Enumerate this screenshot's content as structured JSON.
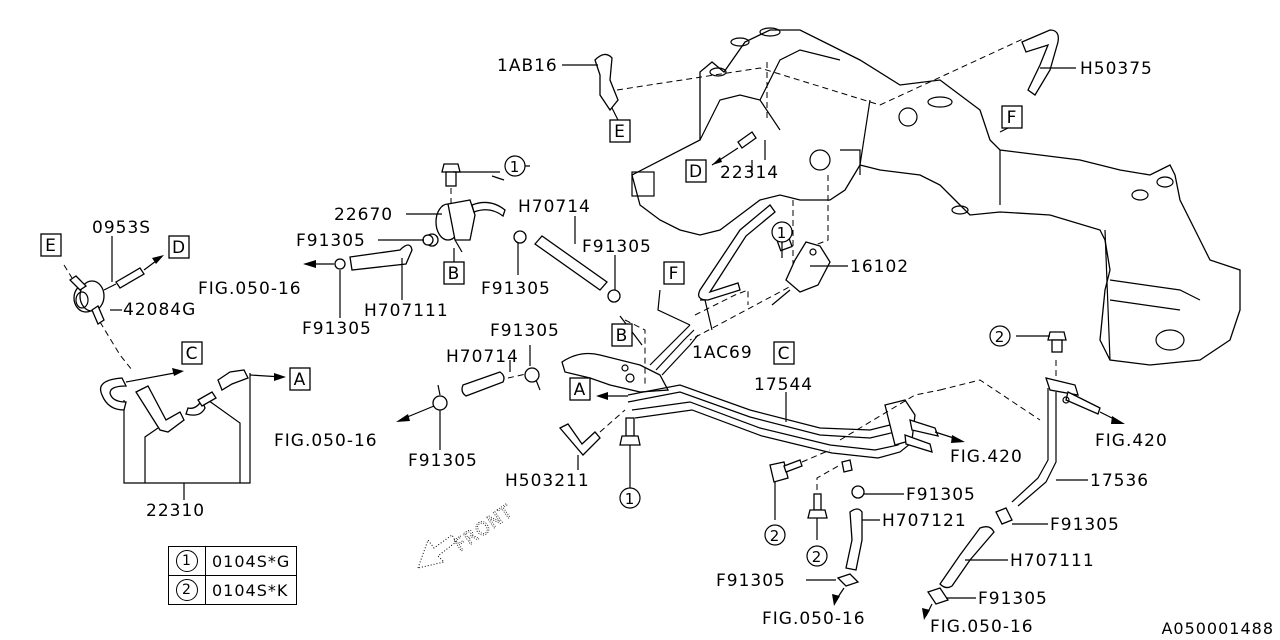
{
  "diagram": {
    "title": "Fuel vapor / emission control hose routing",
    "reference_code": "A050001488",
    "front_indicator": "FRONT",
    "part_labels": [
      {
        "id": "p_1ab16",
        "text": "1AB16"
      },
      {
        "id": "p_h50375",
        "text": "H50375"
      },
      {
        "id": "p_22314",
        "text": "22314"
      },
      {
        "id": "p_22670",
        "text": "22670"
      },
      {
        "id": "p_h70714_top",
        "text": "H70714"
      },
      {
        "id": "p_0953s",
        "text": "0953S"
      },
      {
        "id": "p_42084g",
        "text": "42084G"
      },
      {
        "id": "p_f91305_a",
        "text": "F91305"
      },
      {
        "id": "p_f91305_b",
        "text": "F91305"
      },
      {
        "id": "p_f91305_c",
        "text": "F91305"
      },
      {
        "id": "p_f91305_d",
        "text": "F91305"
      },
      {
        "id": "p_h707111_top",
        "text": "H707111"
      },
      {
        "id": "p_fig050_16_a",
        "text": "FIG.050-16"
      },
      {
        "id": "p_16102",
        "text": "16102"
      },
      {
        "id": "p_1ac69",
        "text": "1AC69"
      },
      {
        "id": "p_f91305_e",
        "text": "F91305"
      },
      {
        "id": "p_h70714_mid",
        "text": "H70714"
      },
      {
        "id": "p_17544",
        "text": "17544"
      },
      {
        "id": "p_fig050_16_b",
        "text": "FIG.050-16"
      },
      {
        "id": "p_f91305_f",
        "text": "F91305"
      },
      {
        "id": "p_h503211",
        "text": "H503211"
      },
      {
        "id": "p_fig420_a",
        "text": "FIG.420"
      },
      {
        "id": "p_fig420_b",
        "text": "FIG.420"
      },
      {
        "id": "p_17536",
        "text": "17536"
      },
      {
        "id": "p_22310",
        "text": "22310"
      },
      {
        "id": "p_f91305_g",
        "text": "F91305"
      },
      {
        "id": "p_h707121",
        "text": "H707121"
      },
      {
        "id": "p_f91305_h",
        "text": "F91305"
      },
      {
        "id": "p_h707111_bot",
        "text": "H707111"
      },
      {
        "id": "p_f91305_i",
        "text": "F91305"
      },
      {
        "id": "p_f91305_j",
        "text": "F91305"
      },
      {
        "id": "p_fig050_16_c",
        "text": "FIG.050-16"
      },
      {
        "id": "p_fig050_16_d",
        "text": "FIG.050-16"
      }
    ],
    "connection_markers": [
      "A",
      "B",
      "C",
      "D",
      "E",
      "F"
    ],
    "callout_numbers": [
      "1",
      "2"
    ],
    "legend": [
      {
        "num": "1",
        "part": "0104S*G"
      },
      {
        "num": "2",
        "part": "0104S*K"
      }
    ]
  }
}
